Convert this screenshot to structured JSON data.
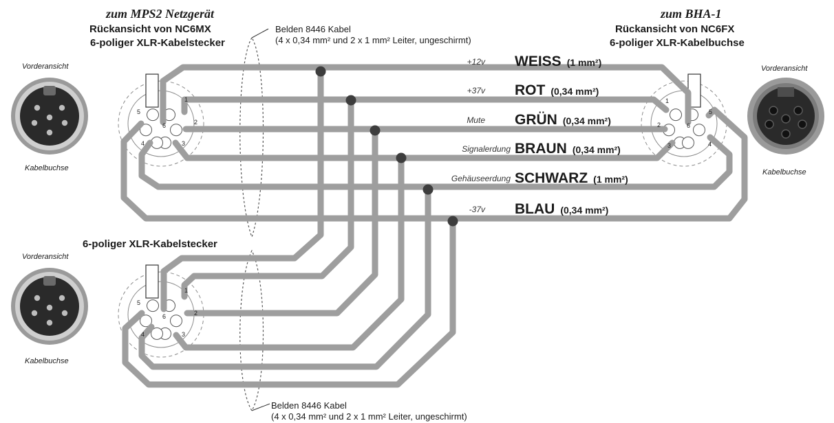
{
  "header_left": {
    "destination": "zum MPS2 Netzgerät",
    "title": "Rückansicht von NC6MX",
    "subtitle": "6-poliger XLR-Kabelstecker"
  },
  "header_right": {
    "destination": "zum BHA-1",
    "title": "Rückansicht von NC6FX",
    "subtitle": "6-poliger XLR-Kabelbuchse"
  },
  "cable_note_top": {
    "line1": "Belden 8446 Kabel",
    "line2": "(4 x 0,34 mm² und 2 x 1 mm² Leiter, ungeschirmt)"
  },
  "cable_note_bottom": {
    "line1": "Belden 8446 Kabel",
    "line2": "(4 x 0,34 mm² und 2 x 1 mm² Leiter, ungeschirmt)"
  },
  "second_connector_title": "6-poliger XLR-Kabelstecker",
  "photo_labels": {
    "front_view": "Vorderansicht",
    "jack": "Kabelbuchse"
  },
  "pins": [
    "1",
    "2",
    "3",
    "4",
    "5",
    "6"
  ],
  "wires": [
    {
      "signal": "+12v",
      "color_name": "WEISS",
      "gauge": "(1 mm²)"
    },
    {
      "signal": "+37v",
      "color_name": "ROT",
      "gauge": "(0,34 mm²)"
    },
    {
      "signal": "Mute",
      "color_name": "GRÜN",
      "gauge": "(0,34 mm²)"
    },
    {
      "signal": "Signalerdung",
      "color_name": "BRAUN",
      "gauge": "(0,34 mm²)"
    },
    {
      "signal": "Gehäuseerdung",
      "color_name": "SCHWARZ",
      "gauge": "(1 mm²)"
    },
    {
      "signal": "-37v",
      "color_name": "BLAU",
      "gauge": "(0,34 mm²)"
    }
  ],
  "colors": {
    "wire": "#9e9e9e",
    "junction": "#3d3d3d",
    "connector_outline": "#8a8a8a",
    "photo_dark": "#2a2a2a",
    "photo_metal": "#9a9a9a"
  }
}
